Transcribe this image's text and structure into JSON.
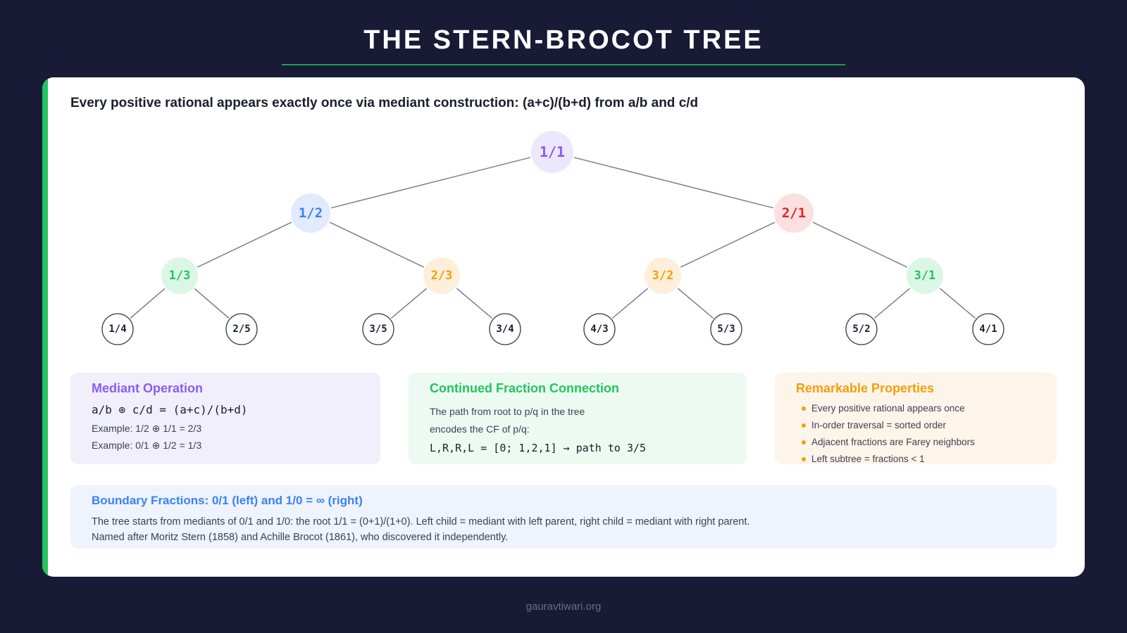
{
  "title": "THE STERN-BROCOT TREE",
  "subtitle": "Every positive rational appears exactly once via mediant construction: (a+c)/(b+d) from a/b and c/d",
  "colors": {
    "purple": "#8b5cf6",
    "blue": "#3b82f6",
    "red": "#dc2626",
    "green": "#22c55e",
    "orange": "#f59e0b",
    "accent_bar": "#22c55e"
  },
  "tree": {
    "root": {
      "label": "1/1",
      "color": "purple"
    },
    "level1": [
      {
        "label": "1/2",
        "color": "blue"
      },
      {
        "label": "2/1",
        "color": "red"
      }
    ],
    "level2": [
      {
        "label": "1/3",
        "color": "green"
      },
      {
        "label": "2/3",
        "color": "orange"
      },
      {
        "label": "3/2",
        "color": "orange"
      },
      {
        "label": "3/1",
        "color": "green"
      }
    ],
    "level3": [
      {
        "label": "1/4"
      },
      {
        "label": "2/5"
      },
      {
        "label": "3/5"
      },
      {
        "label": "3/4"
      },
      {
        "label": "4/3"
      },
      {
        "label": "5/3"
      },
      {
        "label": "5/2"
      },
      {
        "label": "4/1"
      }
    ]
  },
  "panels": {
    "mediant": {
      "title": "Mediant Operation",
      "formula": "a/b ⊕ c/d = (a+c)/(b+d)",
      "examples": [
        "Example: 1/2 ⊕ 1/1 = 2/3",
        "Example: 0/1 ⊕ 1/2 = 1/3"
      ]
    },
    "continued_fraction": {
      "title": "Continued Fraction Connection",
      "lines": [
        "The path from root to p/q in the tree",
        "encodes the CF of p/q:"
      ],
      "formula": "L,R,R,L = [0; 1,2,1] → path to 3/5"
    },
    "properties": {
      "title": "Remarkable Properties",
      "items": [
        "Every positive rational appears once",
        "In-order traversal = sorted order",
        "Adjacent fractions are Farey neighbors",
        "Left subtree = fractions < 1"
      ]
    },
    "boundary": {
      "title": "Boundary Fractions: 0/1 (left) and 1/0 = ∞ (right)",
      "lines": [
        "The tree starts from mediants of 0/1 and 1/0: the root 1/1 = (0+1)/(1+0). Left child = mediant with left parent, right child = mediant with right parent.",
        "Named after Moritz Stern (1858) and Achille Brocot (1861), who discovered it independently."
      ]
    }
  },
  "footer": "gauravtiwari.org"
}
